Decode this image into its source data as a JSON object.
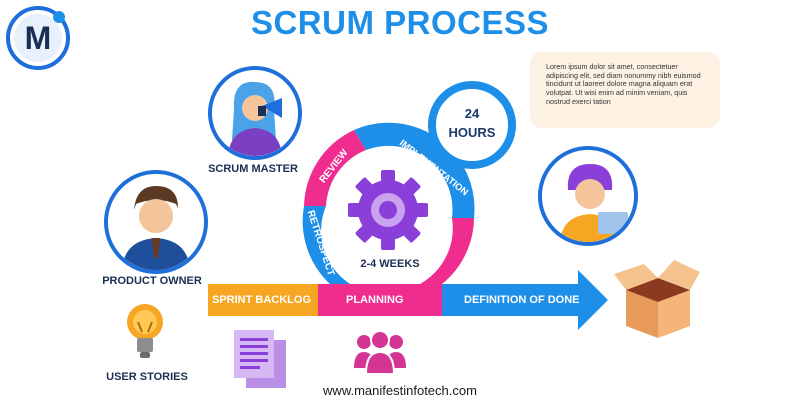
{
  "header": {
    "title": "SCRUM PROCESS",
    "logo_letter": "M"
  },
  "roles": {
    "scrum_master": "SCRUM MASTER",
    "product_owner": "PRODUCT OWNER",
    "user_stories": "USER STORIES"
  },
  "note": {
    "text": "Lorem ipsum dolor sit amet, consectetuer adipiscing elit, sed diam nonummy nibh euismod tincidunt ut laoreet dolore magna aliquam erat volutpat. Ut wisi enim ad minim veniam, quis nostrud exerci tation"
  },
  "cycle": {
    "hours_value": "24",
    "hours_unit": "HOURS",
    "review": "REVIEW",
    "implementation": "IMPLEMENTATION",
    "retrospect": "RETROSPECT",
    "duration": "2-4 WEEKS"
  },
  "flow": {
    "sprint_backlog": "SPRINT BACKLOG",
    "planning": "PLANNING",
    "definition_of_done": "DEFINITION OF DONE"
  },
  "footer": {
    "url": "www.manifestinfotech.com"
  },
  "colors": {
    "blue": "#1e8fe8",
    "dark_blue": "#1e6fd9",
    "pink": "#ee2d8f",
    "orange": "#f6a623",
    "purple": "#8b3fd9",
    "magenta_icon": "#d43595"
  }
}
